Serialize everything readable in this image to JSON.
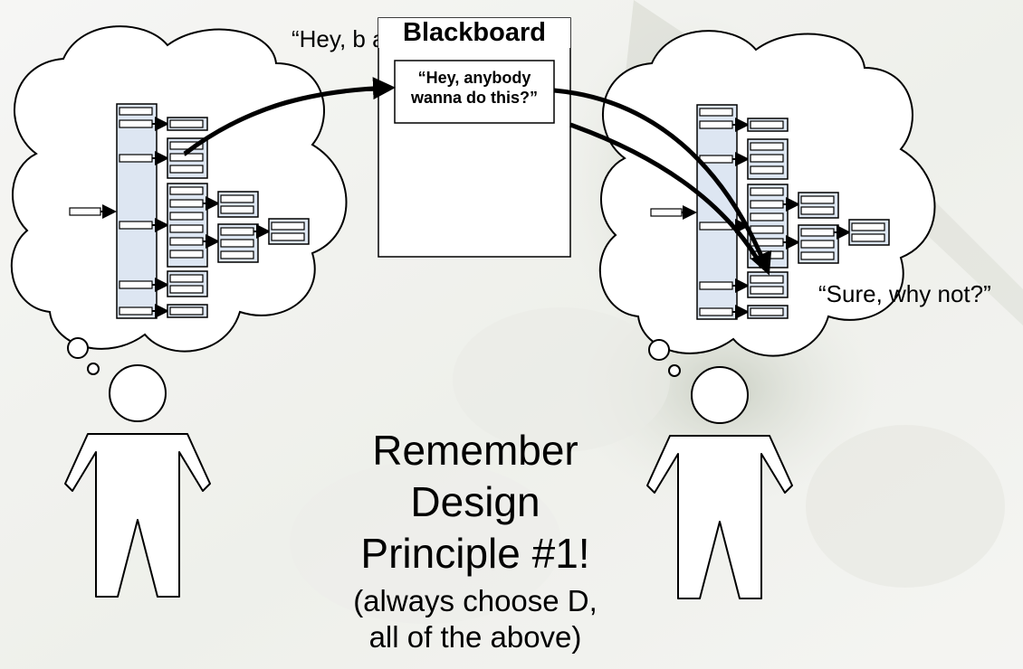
{
  "speech": {
    "top": "“Hey, b                             a do",
    "right": "“Sure, why not?”"
  },
  "blackboard": {
    "title": "Blackboard",
    "note_line1": "“Hey, anybody",
    "note_line2": "wanna do this?”"
  },
  "principle": {
    "line1": "Remember",
    "line2": "Design",
    "line3": "Principle #1!",
    "sub1": "(always choose D,",
    "sub2": "all of the above)"
  }
}
